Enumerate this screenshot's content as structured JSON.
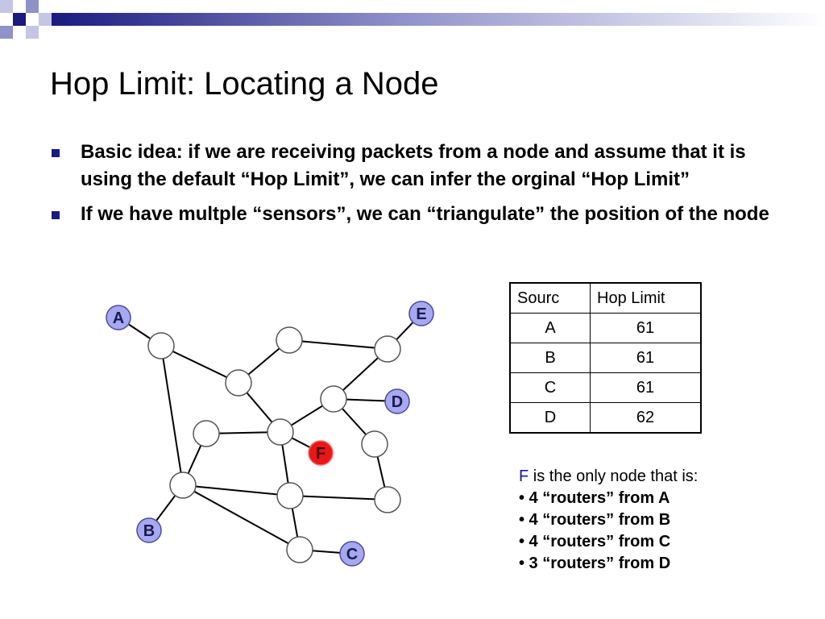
{
  "slide": {
    "title": "Hop Limit: Locating a Node",
    "bullets": [
      "Basic idea: if we are receiving packets from a node and assume that it is using the default “Hop Limit”, we can infer the orginal “Hop Limit”",
      "If we have multple “sensors”, we can “triangulate” the position of the node"
    ]
  },
  "table": {
    "headers": [
      "Sourc",
      "Hop Limit"
    ],
    "rows": [
      [
        "A",
        "61"
      ],
      [
        "B",
        "61"
      ],
      [
        "C",
        "61"
      ],
      [
        "D",
        "62"
      ]
    ]
  },
  "note": {
    "node_letter": "F",
    "intro": " is the only node that is:",
    "items": [
      "• 4 “routers” from A",
      "• 4 “routers” from B",
      "• 4 “routers” from C",
      "• 3 “routers” from D"
    ]
  },
  "graph": {
    "labeled_nodes": [
      "A",
      "B",
      "C",
      "D",
      "E",
      "F"
    ],
    "colors": {
      "sensor_fill": "#a7a9f0",
      "target_fill": "#e81818",
      "router_fill": "#ffffff",
      "bullet": "#1a1a80",
      "note_letter": "#1a1aa0"
    }
  },
  "decor": {
    "corner_colors": [
      "#1a1a80",
      "#8f91c9",
      "#c5c6e6"
    ]
  }
}
